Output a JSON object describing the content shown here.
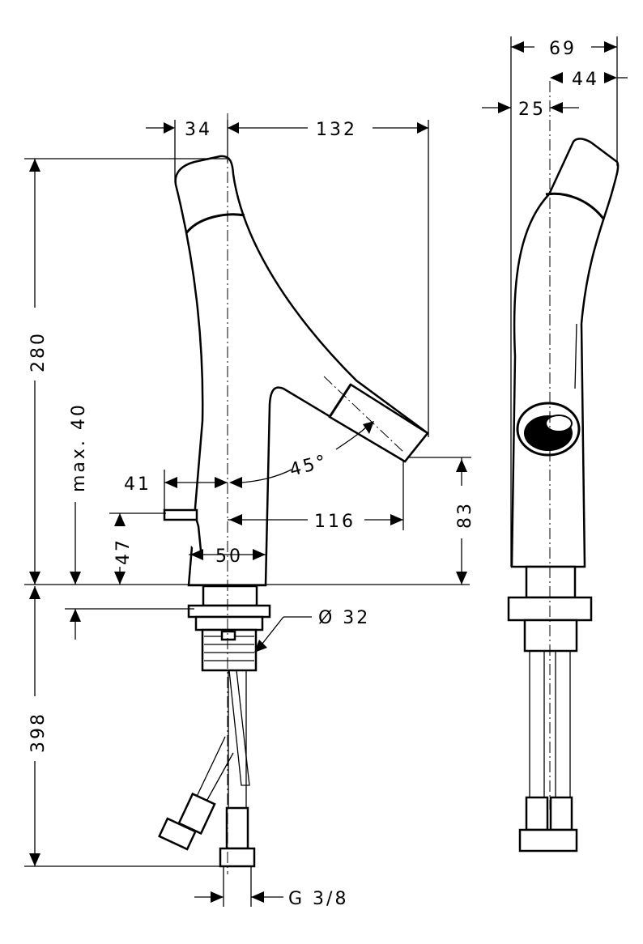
{
  "drawing": {
    "side_view": {
      "width_top": "34",
      "reach": "132",
      "height_total": "280",
      "max_thickness": "max. 40",
      "spout_angle": "45°",
      "lever_offset": "41",
      "lever_height": "47",
      "base_diameter": "50",
      "spout_projection": "116",
      "spout_height": "83",
      "hole_diameter": "Ø 32",
      "hose_length": "398",
      "connection_thread": "G 3/8"
    },
    "front_view": {
      "total_depth": "69",
      "rear_depth": "44",
      "front_offset": "25"
    }
  }
}
